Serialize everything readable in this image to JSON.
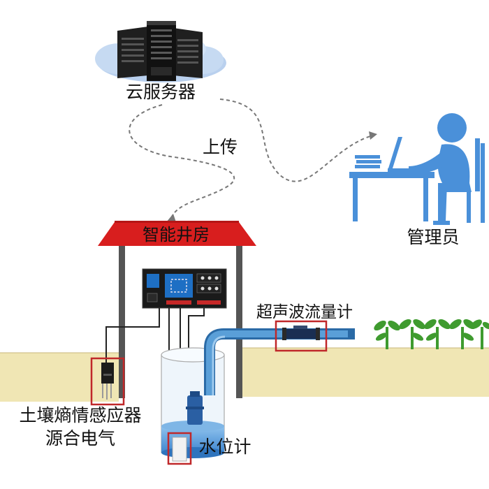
{
  "labels": {
    "cloud_server": "云服务器",
    "upload": "上传",
    "admin": "管理员",
    "well_house": "智能井房",
    "flowmeter": "超声波流量计",
    "soil_sensor_line1": "土壤熵情感应器",
    "soil_sensor_line2": "源合电气",
    "water_level": "水位计"
  },
  "icons": {
    "cloud_server": "server-rack-cloud-icon",
    "admin": "person-at-computer-icon",
    "crops": "seedling-icon"
  },
  "colors": {
    "roof": "#d81e1e",
    "wall": "#555555",
    "ground": "#f0e6b4",
    "ground_line": "#c9b77a",
    "pipe": "#4a90c8",
    "person": "#4a90d9",
    "highlight_box": "#c0282a",
    "plant": "#3f9b2f",
    "cloud": "#aac4e6"
  }
}
